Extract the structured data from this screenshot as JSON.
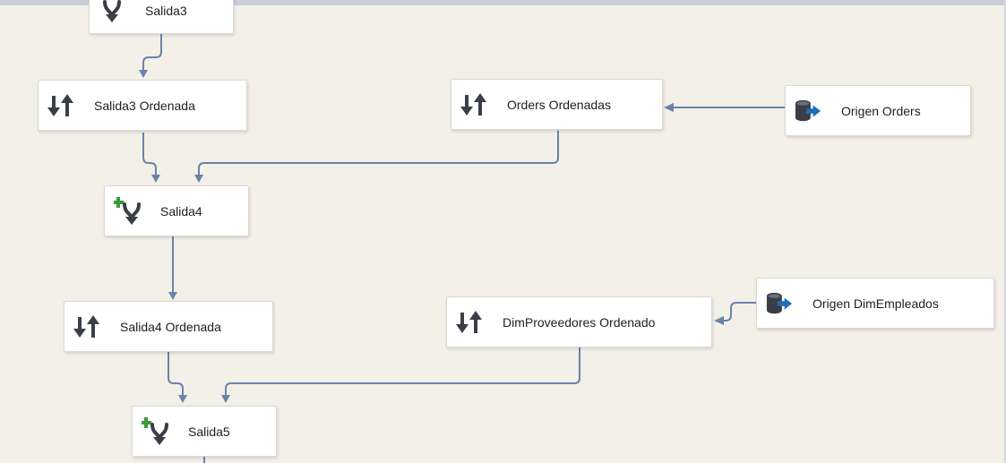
{
  "canvas": {
    "background": "#f3f0e8",
    "connector_color": "#6a83a8"
  },
  "nodes": {
    "salida3": {
      "label": "Salida3",
      "icon": "merge-join-icon"
    },
    "salida3_ordenada": {
      "label": "Salida3 Ordenada",
      "icon": "sort-icon"
    },
    "orders_ordenadas": {
      "label": "Orders Ordenadas",
      "icon": "sort-icon"
    },
    "origen_orders": {
      "label": "Origen Orders",
      "icon": "database-source-icon"
    },
    "salida4": {
      "label": "Salida4",
      "icon": "merge-join-icon"
    },
    "salida4_ordenada": {
      "label": "Salida4 Ordenada",
      "icon": "sort-icon"
    },
    "dimproveedores_ordenado": {
      "label": "DimProveedores Ordenado",
      "icon": "sort-icon"
    },
    "origen_dimempleados": {
      "label": "Origen DimEmpleados",
      "icon": "database-source-icon"
    },
    "salida5": {
      "label": "Salida5",
      "icon": "merge-join-icon"
    }
  }
}
